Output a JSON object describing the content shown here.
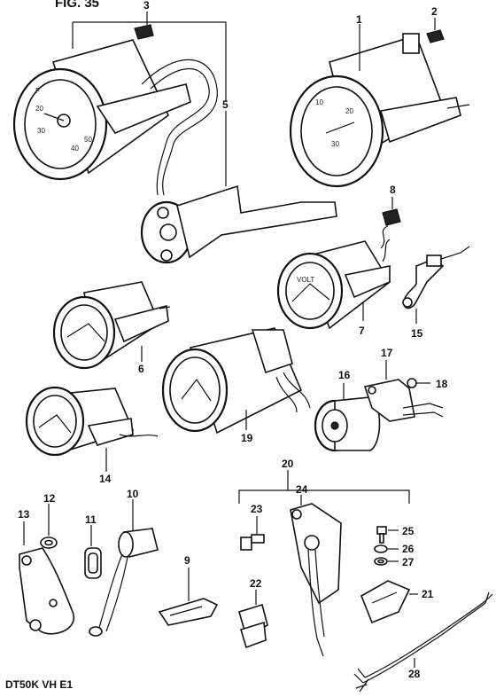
{
  "title": "FIG. 35",
  "footer": "DT50K VH E1",
  "callouts": {
    "c1": "1",
    "c2": "2",
    "c3": "3",
    "c5": "5",
    "c6": "6",
    "c7": "7",
    "c8": "8",
    "c9": "9",
    "c10": "10",
    "c11": "11",
    "c12": "12",
    "c13": "13",
    "c14": "14",
    "c15": "15",
    "c16": "16",
    "c17": "17",
    "c18": "18",
    "c19": "19",
    "c20": "20",
    "c21": "21",
    "c22": "22",
    "c23": "23",
    "c24": "24",
    "c25": "25",
    "c26": "26",
    "c27": "27",
    "c28": "28"
  }
}
